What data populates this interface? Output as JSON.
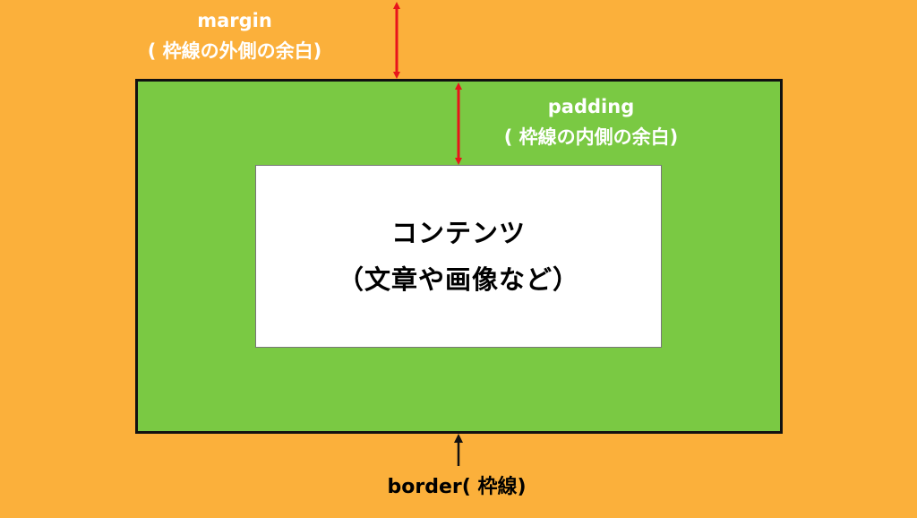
{
  "margin": {
    "title": "margin",
    "description": "( 枠線の外側の余白)"
  },
  "padding": {
    "title": "padding",
    "description": "( 枠線の内側の余白)"
  },
  "border": {
    "label": "border( 枠線)"
  },
  "content": {
    "line1": "コンテンツ",
    "line2": "（文章や画像など）"
  },
  "colors": {
    "margin": "#FBB03B",
    "padding": "#7AC943",
    "content": "#FFFFFF",
    "border": "#111111",
    "arrow_margin_padding": "#E8141B",
    "arrow_border": "#111111"
  }
}
